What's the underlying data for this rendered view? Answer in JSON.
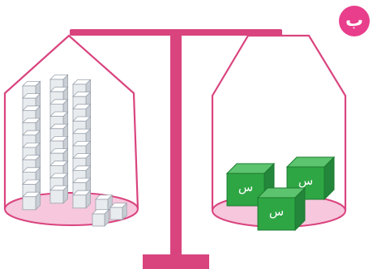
{
  "badge": {
    "label": "ب",
    "color": "#e83e8c"
  },
  "colors": {
    "frame": "#d9447e",
    "pan_fill": "#f6c7dd",
    "unit_cube": "#e9ecef",
    "green_cube": "#2ea644"
  },
  "left_pan": {
    "columns_of_ten": 3,
    "single_units": 3
  },
  "right_pan": {
    "cube_count": 3,
    "cube_label": "س"
  }
}
